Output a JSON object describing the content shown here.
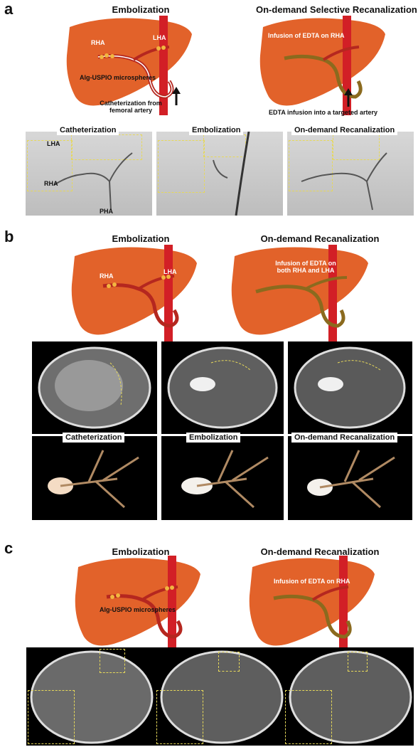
{
  "panels": {
    "a": {
      "letter": "a",
      "left_title": "Embolization",
      "right_title": "On-demand Selective Recanalization",
      "rha": "RHA",
      "lha": "LHA",
      "microspheres": "Alg-USPIO microspheres",
      "cath_note": "Catheterization from femoral artery",
      "infusion": "Infusion of EDTA on RHA",
      "edta_note": "EDTA infusion into a targeted artery",
      "angio_titles": [
        "Catheterization",
        "Embolization",
        "On-demand Recanalization"
      ],
      "angio_labels": {
        "lha": "LHA",
        "rha": "RHA",
        "pha": "PHA"
      }
    },
    "b": {
      "letter": "b",
      "left_title": "Embolization",
      "right_title": "On-demand Recanalization",
      "rha": "RHA",
      "lha": "LHA",
      "infusion": "Infusion of EDTA on both RHA and LHA",
      "render_titles": [
        "Catheterization",
        "Embolization",
        "On-demand Recanalization"
      ]
    },
    "c": {
      "letter": "c",
      "left_title": "Embolization",
      "right_title": "On-demand Recanalization",
      "microspheres": "Alg-USPIO microspheres",
      "infusion": "Infusion of EDTA on RHA"
    }
  },
  "colors": {
    "liver": "#e2622a",
    "vessel": "#d21f26",
    "artery": "#b5271f",
    "edta": "#8b6a1e",
    "microsphere": "#f2b640",
    "dash": "#e6d85a",
    "arrow_red": "#e11b1b",
    "arrow_blue": "#1b2fe1"
  }
}
